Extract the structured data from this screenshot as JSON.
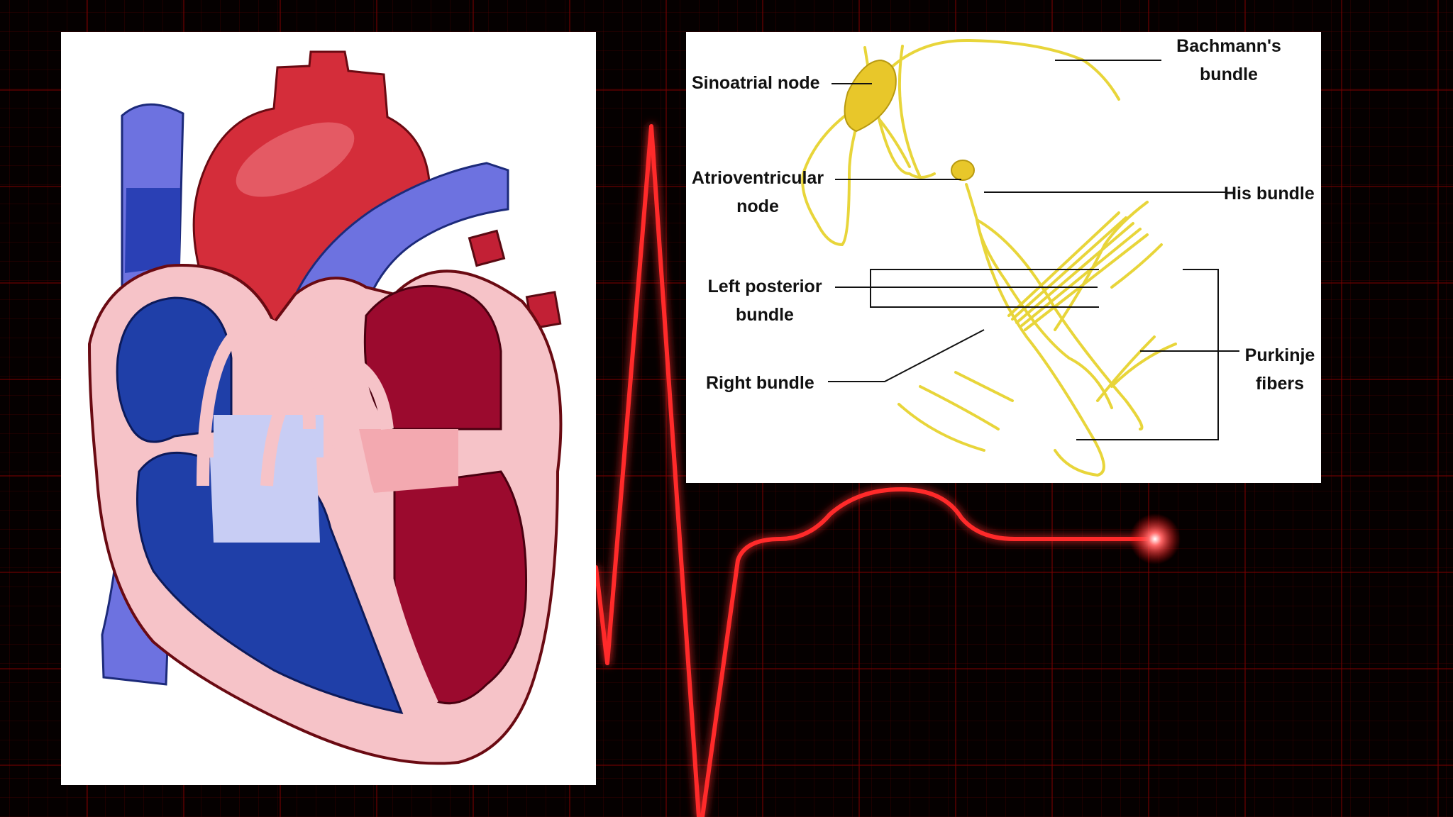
{
  "diagram": {
    "labels": {
      "sinoatrial_node": "Sinoatrial node",
      "bachmanns_bundle_line1": "Bachmann's",
      "bachmanns_bundle_line2": "bundle",
      "av_node_line1": "Atrioventricular",
      "av_node_line2": "node",
      "his_bundle": "His bundle",
      "left_posterior_line1": "Left posterior",
      "left_posterior_line2": "bundle",
      "right_bundle": "Right bundle",
      "purkinje_line1": "Purkinje",
      "purkinje_line2": "fibers"
    }
  },
  "colors": {
    "background": "#000000",
    "grid": "#780000",
    "ecg_trace": "#ff2a2a",
    "conduction_system": "#e8d53a",
    "deoxygenated_blood": "#1f3fa8",
    "oxygenated_blood": "#9b0a2e",
    "heart_wall": "#f6c3c8",
    "arteries": "#d42d3a",
    "veins": "#6d72e0"
  }
}
